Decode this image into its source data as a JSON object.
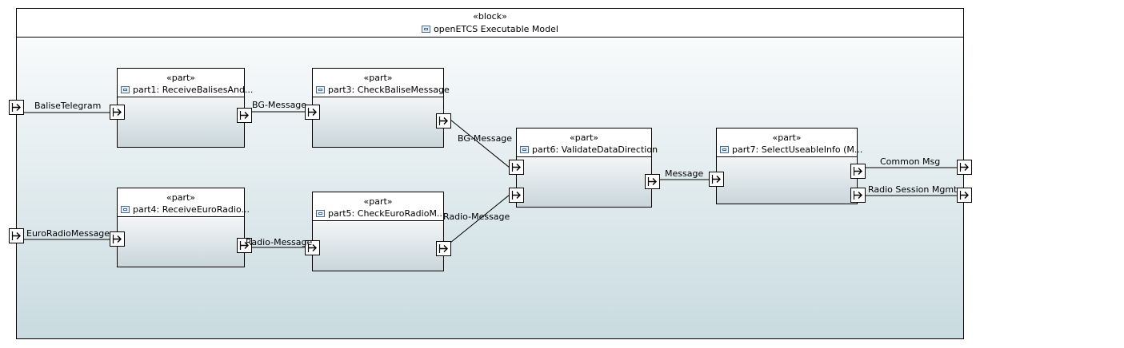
{
  "block": {
    "stereotype": "«block»",
    "name": "openETCS Executable Model"
  },
  "parts": {
    "part1": {
      "stereotype": "«part»",
      "name": "part1: ReceiveBalisesAnd..."
    },
    "part3": {
      "stereotype": "«part»",
      "name": "part3: CheckBaliseMessage"
    },
    "part4": {
      "stereotype": "«part»",
      "name": "part4: ReceiveEuroRadio..."
    },
    "part5": {
      "stereotype": "«part»",
      "name": "part5: CheckEuroRadioM..."
    },
    "part6": {
      "stereotype": "«part»",
      "name": "part6: ValidateDataDirection"
    },
    "part7": {
      "stereotype": "«part»",
      "name": "part7: SelectUseableInfo (M..."
    }
  },
  "connectors": {
    "balise_telegram": "BaliseTelegram",
    "euro_radio_message": "EuroRadioMessage",
    "bg_message_1": "BG-Message",
    "bg_message_2": "BG-Message",
    "radio_message_1": "Radio-Message",
    "radio_message_2": "Radio-Message",
    "message": "Message",
    "common_msg": "Common Msg",
    "radio_session_mgmt": "Radio Session Mgmt"
  },
  "icons": {
    "part_icon": "part-icon",
    "block_icon": "block-icon",
    "port_icon": "port-arrow-icon"
  },
  "colors": {
    "gradient_top": "#ffffff",
    "gradient_bottom": "#c9dbe0",
    "border": "#000000"
  }
}
